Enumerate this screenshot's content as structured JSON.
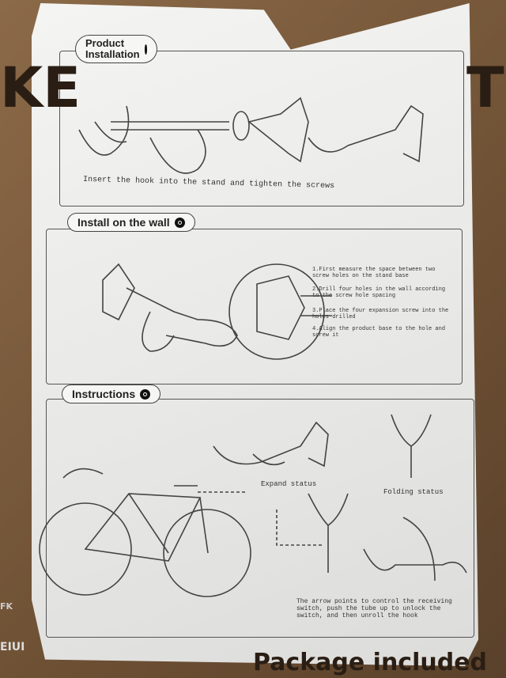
{
  "background_box": {
    "left_text": "KE",
    "right_text": "T",
    "bottom_text": "Package included",
    "bottom_left_text": "EIUI",
    "side_text": "FK"
  },
  "sections": [
    {
      "title": "Product Installation",
      "caption": "Insert the hook into the stand and tighten the screws"
    },
    {
      "title": "Install on the wall",
      "steps": [
        "1.First measure the space between two screw holes on the stand base",
        "2.Drill four holes in the wall according to the screw hole spacing",
        "3.Place the four expansion screw into the holes drilled",
        "4.Align the product base to the hole and screw it"
      ]
    },
    {
      "title": "Instructions",
      "labels": {
        "expand": "Expand status",
        "folding": "Folding status",
        "note": "The arrow points to control the receiving switch, push the tube up to unlock the switch, and then unroll the hook"
      }
    }
  ]
}
